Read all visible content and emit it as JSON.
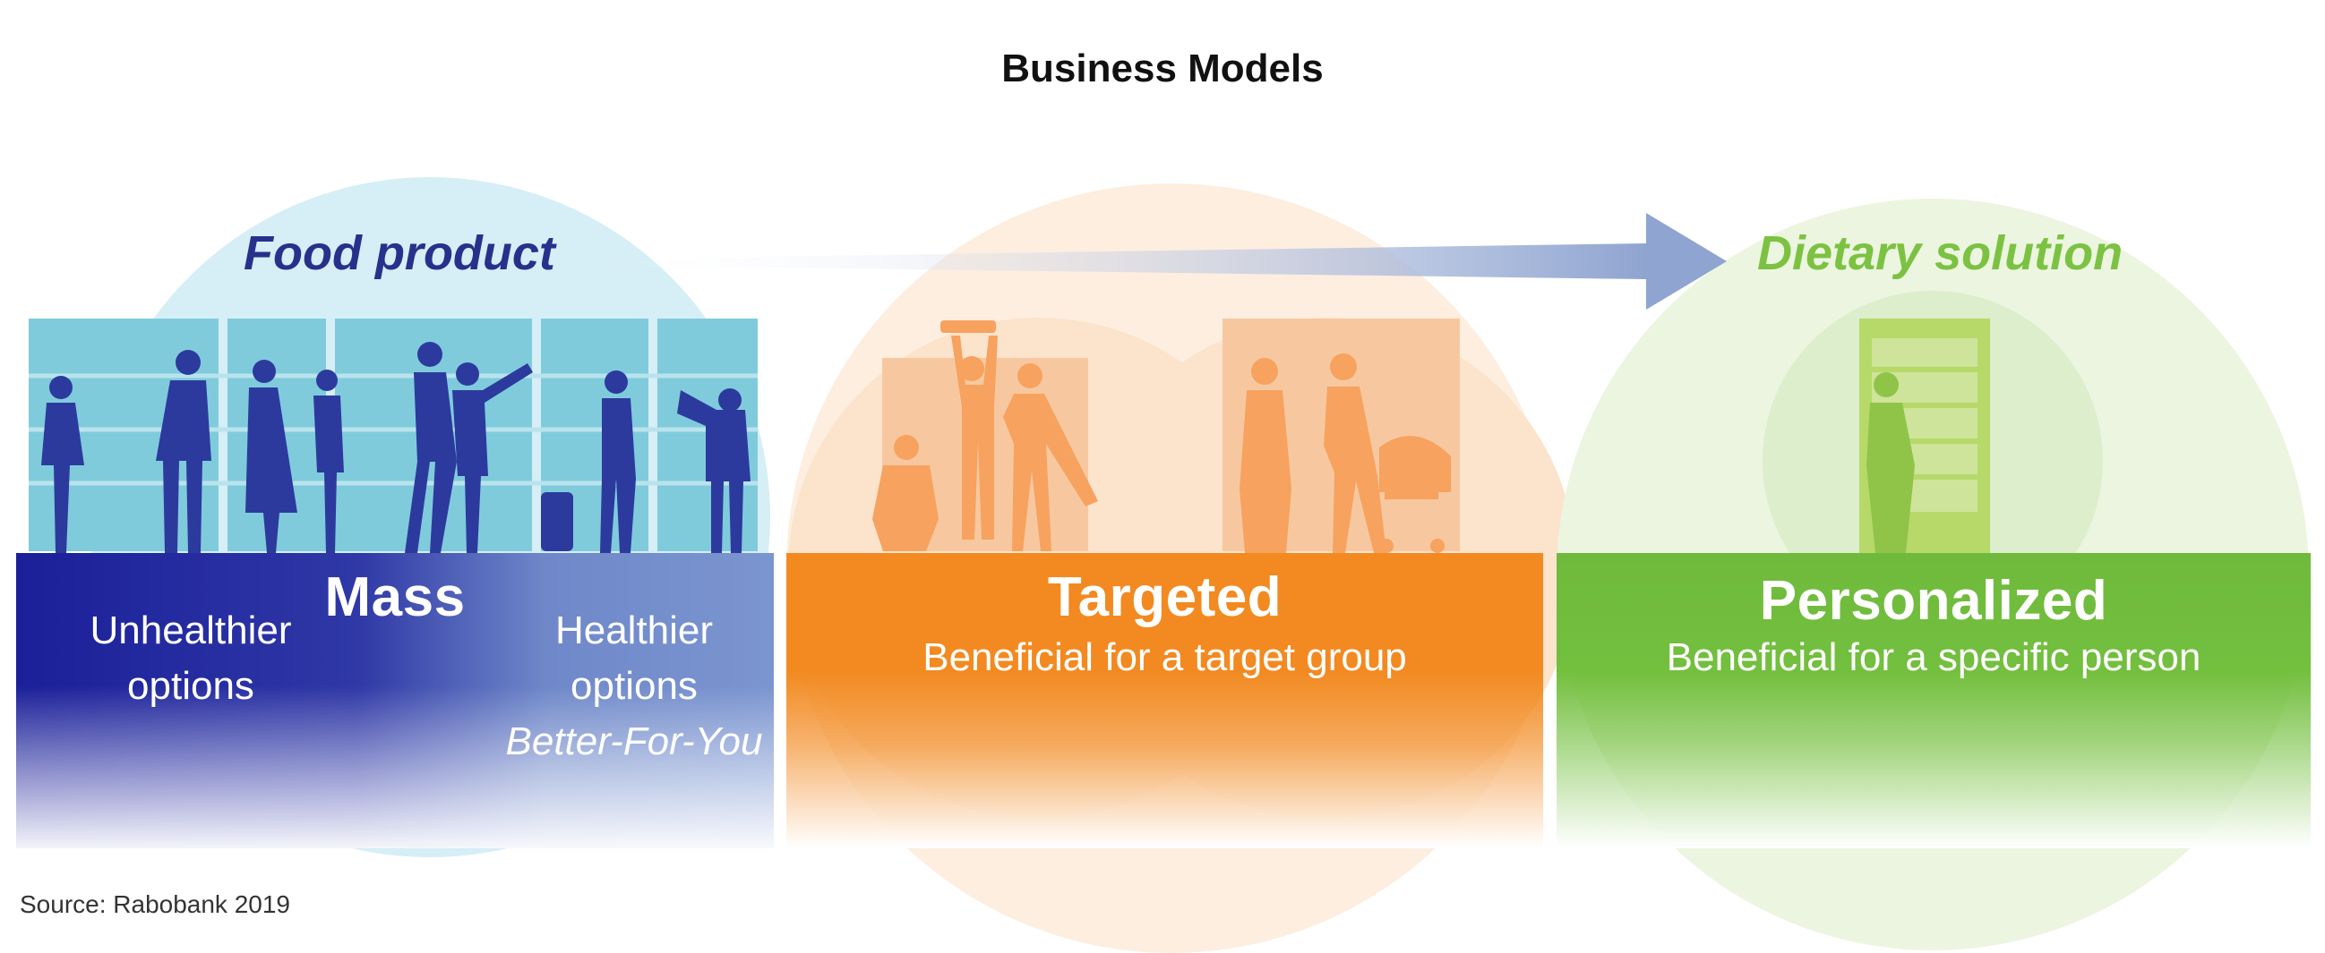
{
  "title": "Business Models",
  "concepts": {
    "left": "Food product",
    "right": "Dietary solution"
  },
  "columns": [
    {
      "heading": "Mass",
      "left_text_line1": "Unhealthier",
      "left_text_line2": "options",
      "right_text_line1": "Healthier",
      "right_text_line2": "options",
      "right_text_line3": "Better-For-You",
      "color": "#1b1f99"
    },
    {
      "heading": "Targeted",
      "subtitle": "Beneficial for a target group",
      "color": "#f28a21"
    },
    {
      "heading": "Personalized",
      "subtitle": "Beneficial for a specific person",
      "color": "#73bf3e"
    }
  ],
  "colors": {
    "mass_dark": "#1b1f99",
    "mass_light": "#6f88c9",
    "targeted": "#f28a21",
    "personalized": "#73bf3e",
    "food_product_label": "#27318b",
    "dietary_label": "#7cc242",
    "arrow": "#8fa4d0"
  },
  "icons": [
    "shopping-crowd-silhouettes",
    "fitness-silhouettes",
    "parent-shopping-silhouettes",
    "vending-machine-shopper-silhouette"
  ],
  "source": "Source: Rabobank 2019"
}
